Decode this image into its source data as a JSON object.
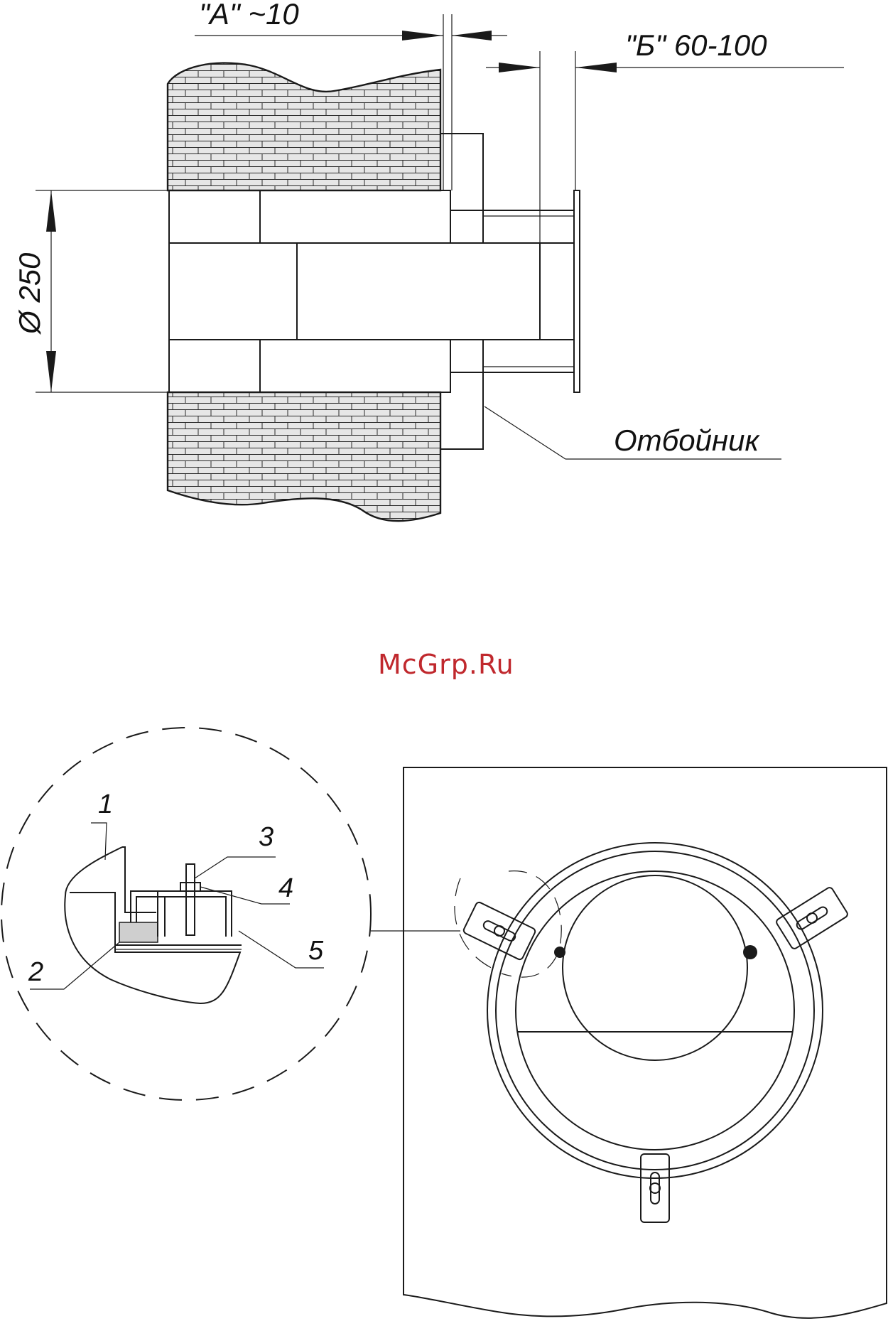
{
  "labels": {
    "dim_a": "\"А\" ~10",
    "dim_b": "\"Б\" 60-100",
    "diameter": "Ø 250",
    "deflector": "Отбойник",
    "watermark": "McGrp.Ru"
  },
  "callouts": {
    "c1": "1",
    "c2": "2",
    "c3": "3",
    "c4": "4",
    "c5": "5"
  },
  "colors": {
    "line": "#1a1a1a",
    "brick_fill": "#e6e6e6",
    "weld_fill": "#cfcfcf",
    "watermark": "#c0282d"
  }
}
